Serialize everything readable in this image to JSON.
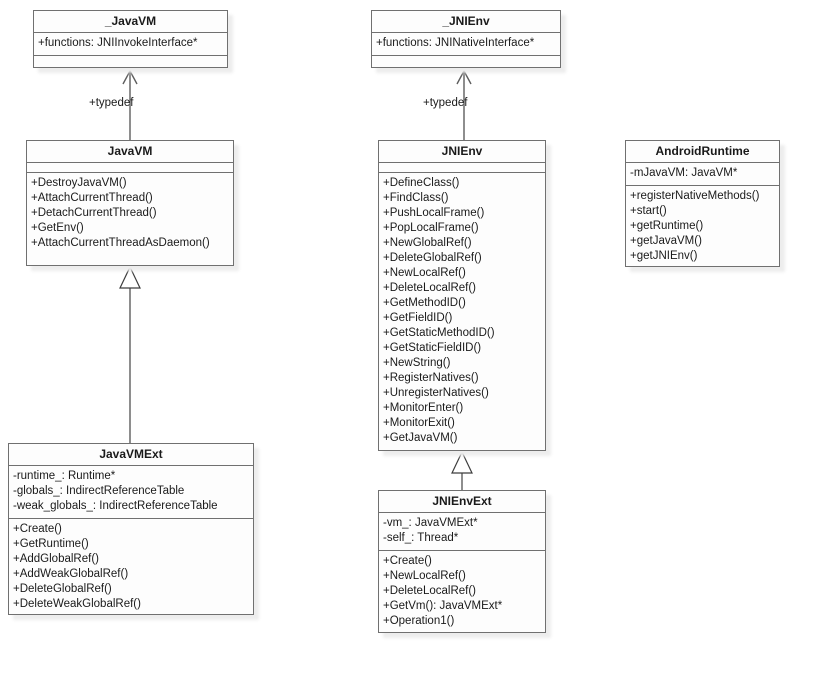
{
  "classes": {
    "_JavaVM": {
      "name": "_JavaVM",
      "attributes": [
        "+functions: JNIInvokeInterface*"
      ],
      "methods": []
    },
    "_JNIEnv": {
      "name": "_JNIEnv",
      "attributes": [
        "+functions: JNINativeInterface*"
      ],
      "methods": []
    },
    "JavaVM": {
      "name": "JavaVM",
      "attributes": [],
      "methods": [
        "+DestroyJavaVM()",
        "+AttachCurrentThread()",
        "+DetachCurrentThread()",
        "+GetEnv()",
        "+AttachCurrentThreadAsDaemon()"
      ]
    },
    "JNIEnv": {
      "name": "JNIEnv",
      "attributes": [],
      "methods": [
        "+DefineClass()",
        "+FindClass()",
        "+PushLocalFrame()",
        "+PopLocalFrame()",
        "+NewGlobalRef()",
        "+DeleteGlobalRef()",
        "+NewLocalRef()",
        "+DeleteLocalRef()",
        "+GetMethodID()",
        "+GetFieldID()",
        "+GetStaticMethodID()",
        "+GetStaticFieldID()",
        "+NewString()",
        "+RegisterNatives()",
        "+UnregisterNatives()",
        "+MonitorEnter()",
        "+MonitorExit()",
        "+GetJavaVM()"
      ]
    },
    "AndroidRuntime": {
      "name": "AndroidRuntime",
      "attributes": [
        "-mJavaVM: JavaVM*"
      ],
      "methods": [
        "+registerNativeMethods()",
        "+start()",
        "+getRuntime()",
        "+getJavaVM()",
        "+getJNIEnv()"
      ]
    },
    "JavaVMExt": {
      "name": "JavaVMExt",
      "attributes": [
        "-runtime_: Runtime*",
        "-globals_: IndirectReferenceTable",
        "-weak_globals_: IndirectReferenceTable"
      ],
      "methods": [
        "+Create()",
        "+GetRuntime()",
        "+AddGlobalRef()",
        "+AddWeakGlobalRef()",
        "+DeleteGlobalRef()",
        "+DeleteWeakGlobalRef()"
      ]
    },
    "JNIEnvExt": {
      "name": "JNIEnvExt",
      "attributes": [
        "-vm_: JavaVMExt*",
        "-self_: Thread*"
      ],
      "methods": [
        "+Create()",
        "+NewLocalRef()",
        "+DeleteLocalRef()",
        "+GetVm(): JavaVMExt*",
        "+Operation1()"
      ]
    }
  },
  "relations": {
    "javavm_typedef": {
      "type": "dependency-arrow",
      "label": "+typedef",
      "from": "JavaVM",
      "to": "_JavaVM"
    },
    "jnienv_typedef": {
      "type": "dependency-arrow",
      "label": "+typedef",
      "from": "JNIEnv",
      "to": "_JNIEnv"
    },
    "javavmext_generalization": {
      "type": "generalization",
      "from": "JavaVMExt",
      "to": "JavaVM"
    },
    "jnienvext_generalization": {
      "type": "generalization",
      "from": "JNIEnvExt",
      "to": "JNIEnv"
    }
  },
  "colors": {
    "box_border": "#707070",
    "box_fill": "#fdfdfd",
    "shadow": "#ededed",
    "line": "#5d5d5d",
    "text": "#1a1a1a"
  }
}
